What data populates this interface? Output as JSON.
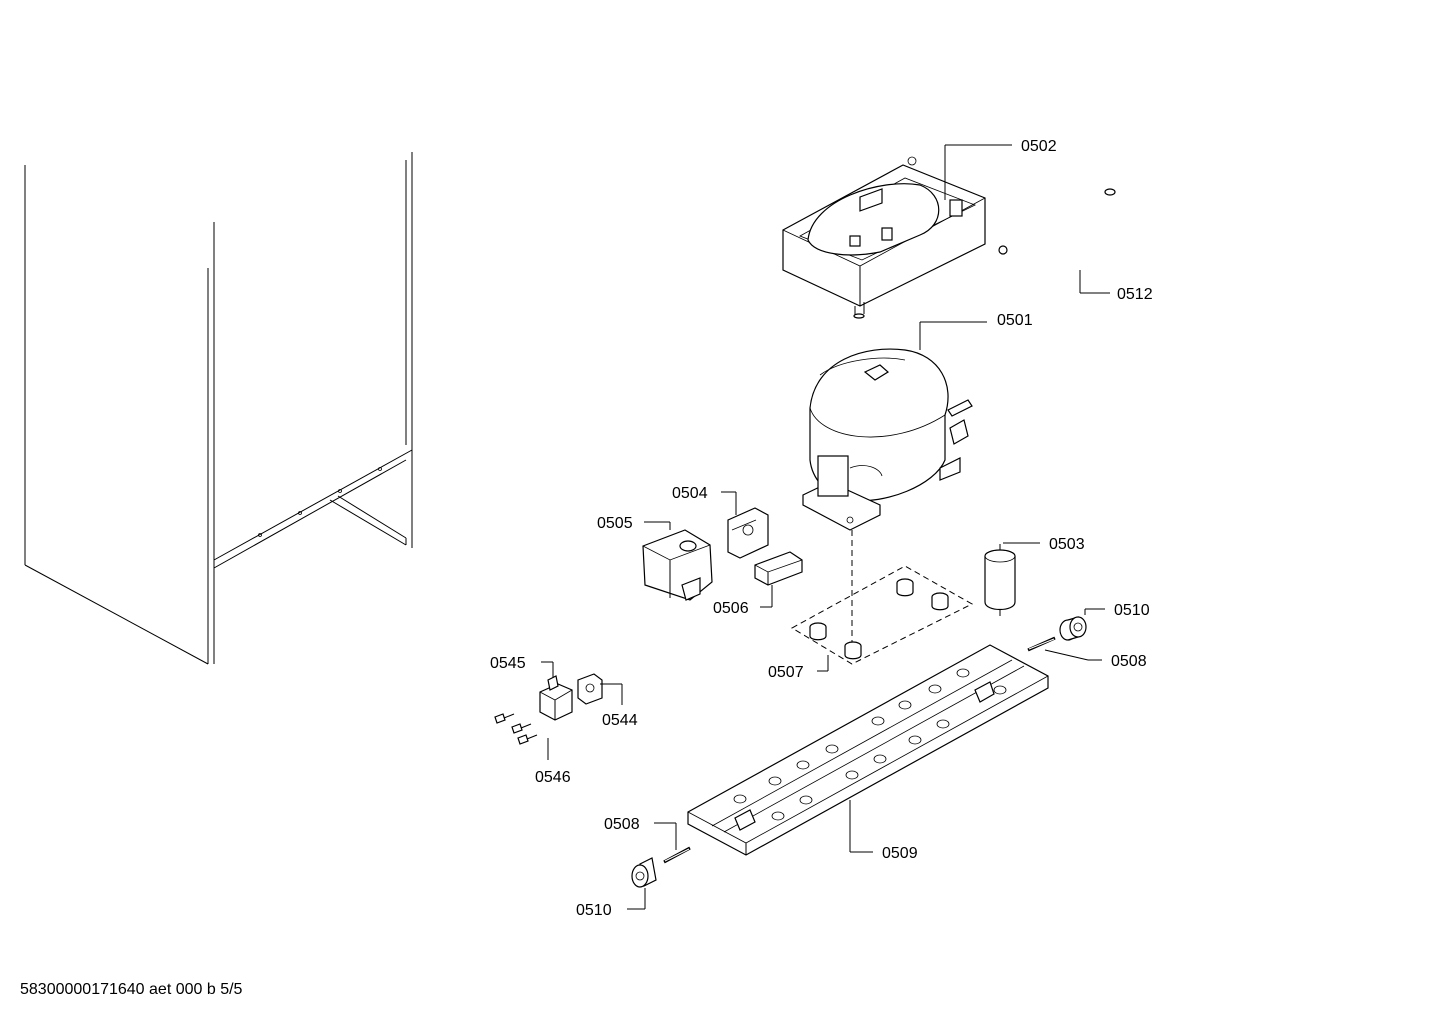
{
  "callouts": {
    "c0502": "0502",
    "c0512": "0512",
    "c0501": "0501",
    "c0504": "0504",
    "c0505": "0505",
    "c0503": "0503",
    "c0506": "0506",
    "c0510a": "0510",
    "c0507": "0507",
    "c0508a": "0508",
    "c0545": "0545",
    "c0544": "0544",
    "c0546": "0546",
    "c0508b": "0508",
    "c0509": "0509",
    "c0510b": "0510"
  },
  "footer": {
    "document_id": "58300000171640 aet 000 b 5/5"
  }
}
